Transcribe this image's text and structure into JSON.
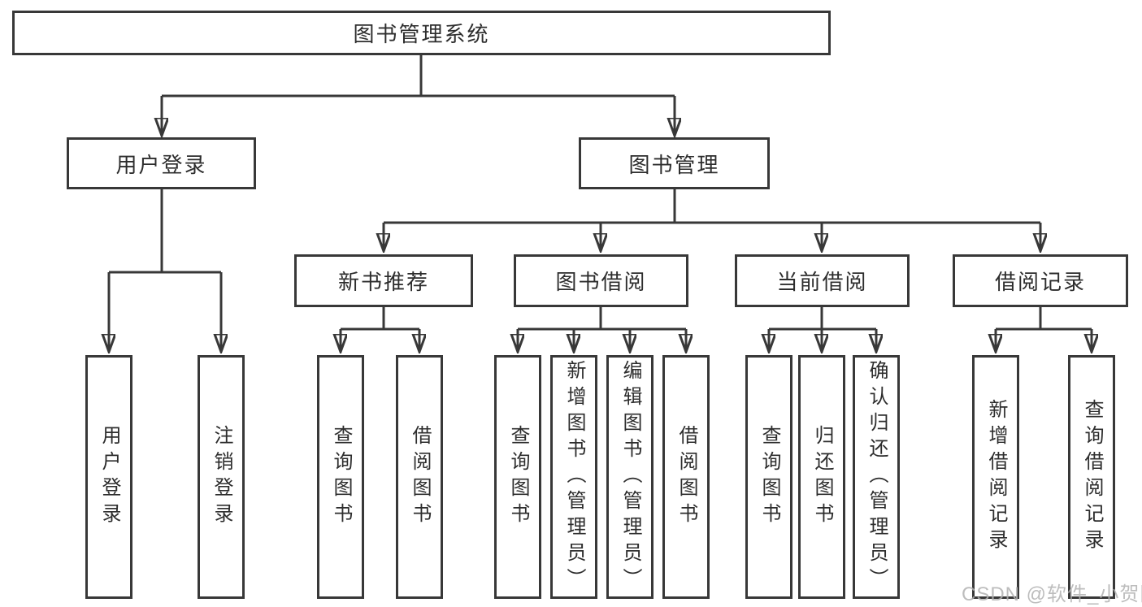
{
  "diagram": {
    "title": "图书管理系统",
    "type": "hierarchy-tree"
  },
  "tree": {
    "root": {
      "label": "图书管理系统"
    },
    "level2": [
      {
        "label": "用户登录"
      },
      {
        "label": "图书管理"
      }
    ],
    "level3": [
      {
        "label": "新书推荐"
      },
      {
        "label": "图书借阅"
      },
      {
        "label": "当前借阅"
      },
      {
        "label": "借阅记录"
      }
    ],
    "leaves": {
      "login": [
        "用户登录",
        "注销登录"
      ],
      "recommend": [
        "查询图书",
        "借阅图书"
      ],
      "borrow": [
        "查询图书",
        "新增图书（管理员）",
        "编辑图书（管理员）",
        "借阅图书"
      ],
      "current": [
        "查询图书",
        "归还图书",
        "确认归还（管理员）"
      ],
      "records": [
        "新增借阅记录",
        "查询借阅记录"
      ]
    }
  },
  "watermark": "CSDN @软件_小贺同学",
  "colors": {
    "line": "#383838",
    "text": "#2d2d2d",
    "watermark": "#b2b2b2",
    "background": "#ffffff"
  }
}
